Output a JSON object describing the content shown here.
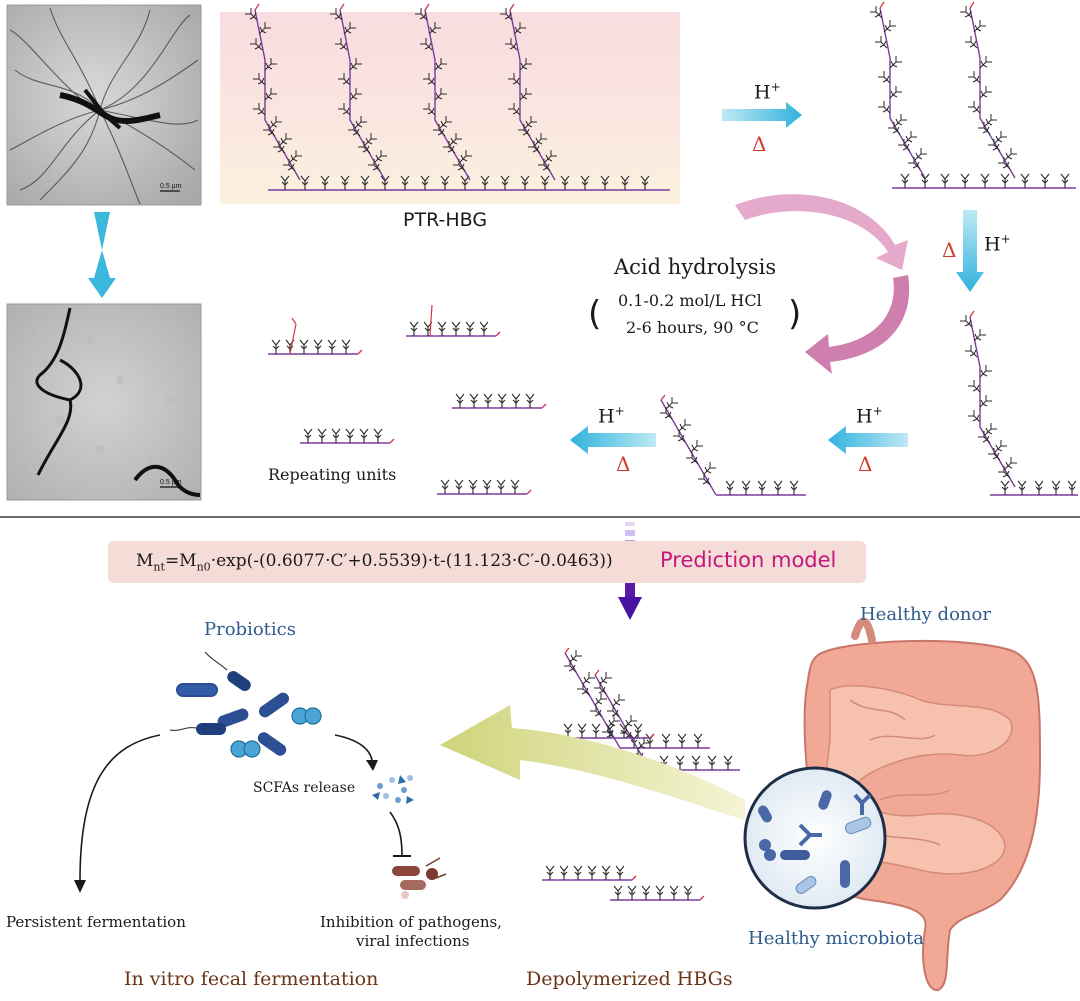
{
  "top": {
    "polymer_label": "PTR-HBG",
    "process_title": "Acid hydrolysis",
    "condition_concentration": "0.1-0.2 mol/L HCl",
    "condition_time_temp": "2-6 hours, 90 °C",
    "repeating_units_label": "Repeating units",
    "acid_symbol": "H",
    "acid_charge": "+",
    "heat_symbol": "Δ"
  },
  "micrographs": {
    "scale_top": "0.5 µm",
    "scale_bottom": "0.5 µm"
  },
  "model": {
    "formula_main": "M",
    "formula_sub1": "nt",
    "formula_eq": "=M",
    "formula_sub2": "n0",
    "formula_rest": "·exp(-(0.6077·C′+0.5539)·t-(11.123·C′-0.0463))",
    "title": "Prediction model"
  },
  "bottom": {
    "probiotics_label": "Probiotics",
    "scfas_label": "SCFAs release",
    "persistent_label": "Persistent fermentation",
    "inhibition_line1": "Inhibition of pathogens,",
    "inhibition_line2": "viral infections",
    "fermentation_title": "In vitro fecal fermentation",
    "depolymerized_title": "Depolymerized HBGs",
    "donor_label": "Healthy donor",
    "microbiota_label": "Healthy microbiota"
  },
  "colors": {
    "arrow_cyan": "#3bb8dc",
    "heat_red": "#d23a2a",
    "arc_pink": "#d98ab4",
    "model_magenta": "#c2187e",
    "dark_blue_label": "#2f5a8c",
    "brown_title": "#6a3418",
    "big_arrow_green": "#d7dc8a",
    "purple_arrow": "#5a1aa8"
  }
}
